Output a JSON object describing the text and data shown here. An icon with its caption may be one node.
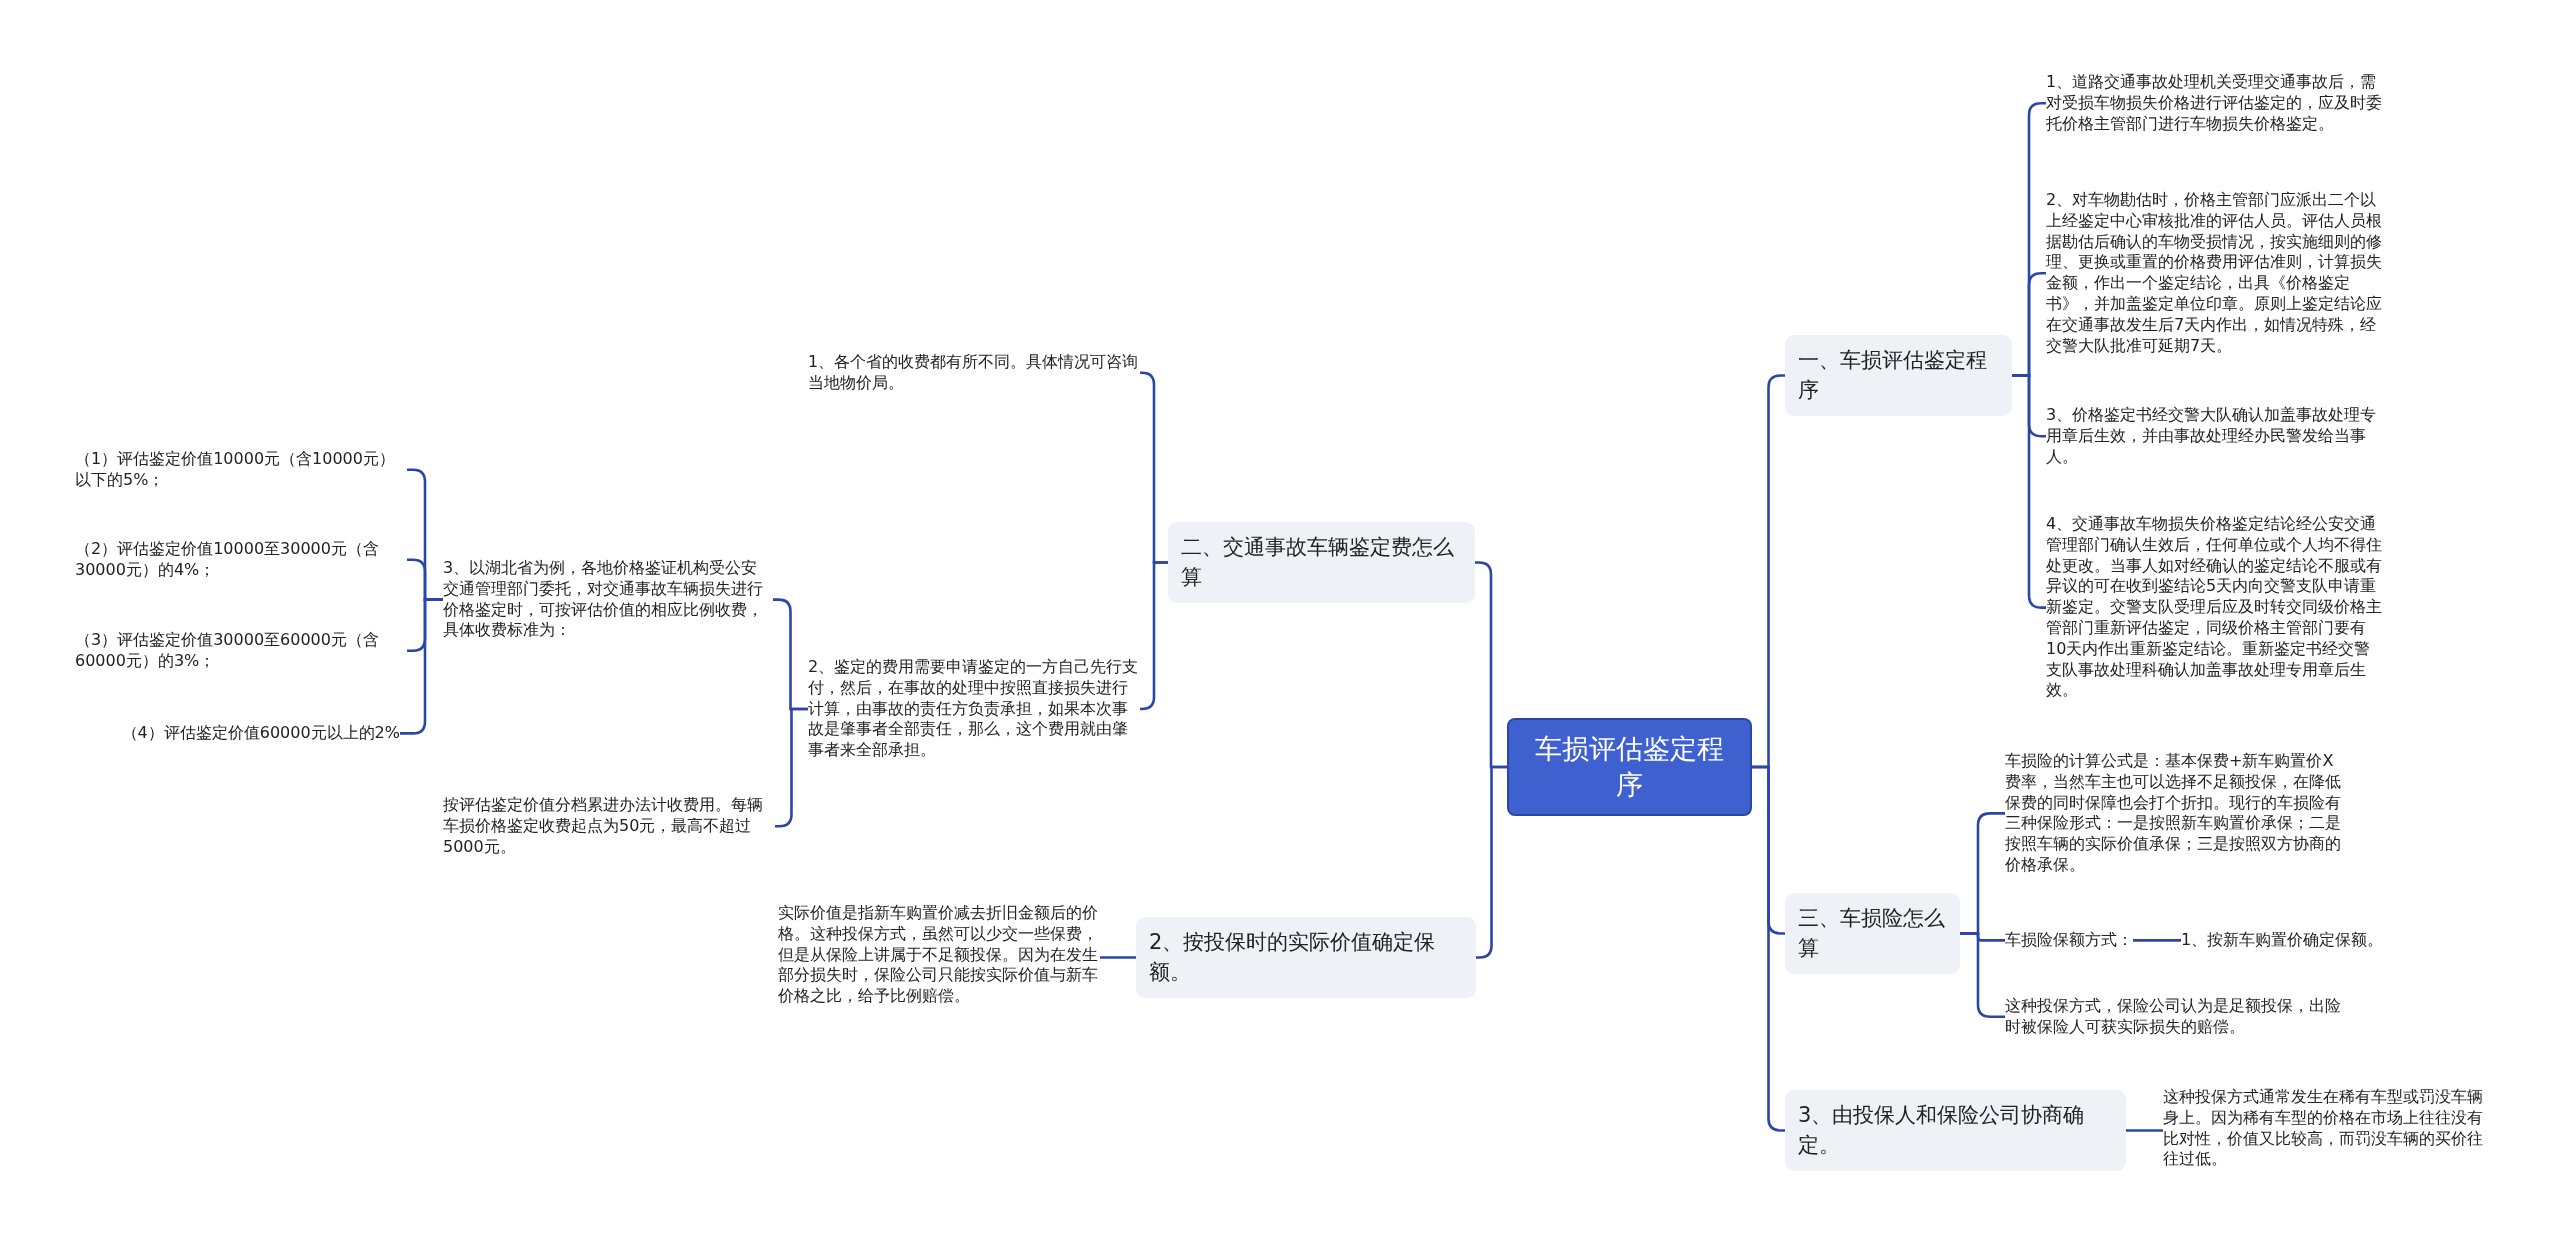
{
  "diagram": {
    "nodes": [
      {
        "text": [
          "车损评估鉴定程序"
        ]
      },
      {
        "text": [
          "一、车损评估鉴定程序"
        ]
      },
      {
        "text": [
          "1、道路交通事故处理机关受理交通事故后，需对受损车物损失价格进行评估鉴定的，应及时委托价格主管部门进行车物损失价格鉴定。"
        ]
      },
      {
        "text": [
          "2、对车物勘估时，价格主管部门应派出二个以上经鉴定中心审核批准的评估人员。评估人员根据勘估后确认的车物受损情况，按实施细则的修理、更换或重置的价格费用评估准则，计算损失金额，作出一个鉴定结论，出具《价格鉴定书》，并加盖鉴定单位印章。原则上鉴定结论应在交通事故发生后7天内作出，如情况特殊，经交警大队批准可延期7天。"
        ]
      },
      {
        "text": [
          "3、价格鉴定书经交警大队确认加盖事故处理专用章后生效，并由事故处理经办民警发给当事人。"
        ]
      },
      {
        "text": [
          "4、交通事故车物损失价格鉴定结论经公安交通管理部门确认生效后，任何单位或个人均不得住处更改。当事人如对经确认的鉴定结论不服或有异议的可在收到鉴结论5天内向交警支队申请重新鉴定。交警支队受理后应及时转交同级价格主管部门重新评估鉴定，同级价格主管部门要有10天内作出重新鉴定结论。重新鉴定书经交警支队事故处理科确认加盖事故处理专用章后生效。"
        ]
      },
      {
        "text": [
          "二、交通事故车辆鉴定费怎么算"
        ]
      },
      {
        "text": [
          "1、各个省的收费都有所不同。具体情况可咨询当地物价局。"
        ]
      },
      {
        "text": [
          "2、鉴定的费用需要申请鉴定的一方自己先行支付，然后，在事故的处理中按照直接损失进行计算，由事故的责任方负责承担，如果本次事故是肇事者全部责任，那么，这个费用就由肇事者来全部承担。"
        ]
      },
      {
        "text": [
          "3、以湖北省为例，各地价格鉴证机构受公安交通管理部门委托，对交通事故车辆损失进行价格鉴定时，可按评估价值的相应比例收费，具体收费标准为："
        ]
      },
      {
        "text": [
          "（1）评估鉴定价值10000元（含10000元）以下的5%；"
        ]
      },
      {
        "text": [
          "（2）评估鉴定价值10000至30000元（含30000元）的4%；"
        ]
      },
      {
        "text": [
          "（3）评估鉴定价值30000至60000元（含60000元）的3%；"
        ]
      },
      {
        "text": [
          "（4）评估鉴定价值60000元以上的2%"
        ]
      },
      {
        "text": [
          "按评估鉴定价值分档累进办法计收费用。每辆车损价格鉴定收费起点为50元，最高不超过5000元。"
        ]
      },
      {
        "text": [
          "2、按投保时的实际价值确定保额。"
        ]
      },
      {
        "text": [
          "实际价值是指新车购置价减去折旧金额后的价格。这种投保方式，虽然可以少交一些保费，但是从保险上讲属于不足额投保。因为在发生部分损失时，保险公司只能按实际价值与新车价格之比，给予比例赔偿。"
        ]
      },
      {
        "text": [
          "三、车损险怎么算"
        ]
      },
      {
        "text": [
          "车损险的计算公式是：基本保费+新车购置价X费率，当然车主也可以选择不足额投保，在降低保费的同时保障也会打个折扣。现行的车损险有三种保险形式：一是按照新车购置价承保；二是按照车辆的实际价值承保；三是按照双方协商的价格承保。"
        ]
      },
      {
        "text": [
          "车损险保额方式："
        ]
      },
      {
        "text": [
          "1、按新车购置价确定保额。"
        ]
      },
      {
        "text": [
          "这种投保方式，保险公司认为是足额投保，出险时被保险人可获实际损失的赔偿。"
        ]
      },
      {
        "text": [
          "3、由投保人和保险公司协商确定。"
        ]
      },
      {
        "text": [
          "这种投保方式通常发生在稀有车型或罚没车辆身上。因为稀有车型的价格在市场上往往没有比对性，价值又比较高，而罚没车辆的买价往往过低。"
        ]
      }
    ],
    "edges": [
      {
        "from": 0,
        "to": 1,
        "arrow": "none"
      },
      {
        "from": 1,
        "to": 2,
        "arrow": "none"
      },
      {
        "from": 1,
        "to": 3,
        "arrow": "none"
      },
      {
        "from": 1,
        "to": 4,
        "arrow": "none"
      },
      {
        "from": 1,
        "to": 5,
        "arrow": "none"
      },
      {
        "from": 0,
        "to": 6,
        "arrow": "none"
      },
      {
        "from": 6,
        "to": 7,
        "arrow": "none"
      },
      {
        "from": 6,
        "to": 8,
        "arrow": "none"
      },
      {
        "from": 8,
        "to": 9,
        "arrow": "none"
      },
      {
        "from": 9,
        "to": 10,
        "arrow": "none"
      },
      {
        "from": 9,
        "to": 11,
        "arrow": "none"
      },
      {
        "from": 9,
        "to": 12,
        "arrow": "none"
      },
      {
        "from": 9,
        "to": 13,
        "arrow": "none"
      },
      {
        "from": 8,
        "to": 14,
        "arrow": "none"
      },
      {
        "from": 0,
        "to": 15,
        "arrow": "none"
      },
      {
        "from": 15,
        "to": 16,
        "arrow": "none"
      },
      {
        "from": 0,
        "to": 17,
        "arrow": "none"
      },
      {
        "from": 17,
        "to": 18,
        "arrow": "none"
      },
      {
        "from": 17,
        "to": 19,
        "arrow": "none"
      },
      {
        "from": 19,
        "to": 20,
        "arrow": "none"
      },
      {
        "from": 17,
        "to": 21,
        "arrow": "none"
      },
      {
        "from": 0,
        "to": 22,
        "arrow": "none"
      },
      {
        "from": 22,
        "to": 23,
        "arrow": "none"
      }
    ]
  }
}
